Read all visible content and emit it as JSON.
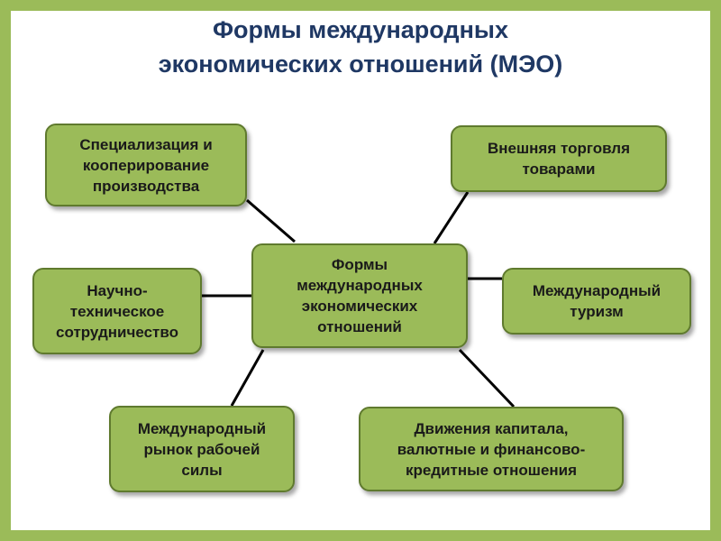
{
  "title": {
    "line1": "Формы международных",
    "line2": "экономических отношений (МЭО)"
  },
  "colors": {
    "frame": "#9bbb59",
    "node_fill": "#9bbb59",
    "node_border": "#5f7a2e",
    "title": "#1f3864",
    "connector": "#000000"
  },
  "center": {
    "label": "Формы\nмеждународных\nэкономических\nотношений"
  },
  "nodes": {
    "specialization": {
      "label": "Специализация и\nкооперирование\nпроизводства"
    },
    "trade": {
      "label": "Внешняя торговля\nтоварами"
    },
    "science": {
      "label": "Научно-\nтехническое\nсотрудничество"
    },
    "tourism": {
      "label": "Международный\nтуризм"
    },
    "labor": {
      "label": "Международный\nрынок рабочей\nсилы"
    },
    "capital": {
      "label": "Движения капитала,\nвалютные и финансово-\nкредитные отношения"
    }
  }
}
